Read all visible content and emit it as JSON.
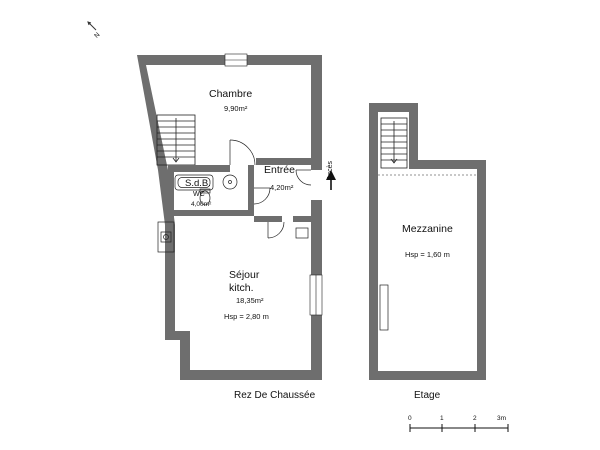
{
  "orientation": {
    "north_letter": "N"
  },
  "rez": {
    "caption": "Rez De Chaussée",
    "chambre": {
      "name": "Chambre",
      "area": "9,90m²"
    },
    "entree": {
      "name": "Entrée",
      "area": "4,20m²",
      "access": "Accès"
    },
    "sdb": {
      "name": "S.d.B.",
      "wc": "WC",
      "area": "4,00m²"
    },
    "sejour": {
      "name1": "Séjour",
      "name2": "kitch.",
      "area": "18,35m²",
      "hsp": "Hsp = 2,80 m"
    }
  },
  "etage": {
    "caption": "Etage",
    "mezzanine": {
      "name": "Mezzanine",
      "hsp": "Hsp = 1,60 m"
    }
  },
  "scale": {
    "ticks": [
      "0",
      "1",
      "2",
      "3m"
    ]
  },
  "colors": {
    "wall": "#6e6e6e",
    "line": "#222222",
    "background": "#ffffff"
  }
}
